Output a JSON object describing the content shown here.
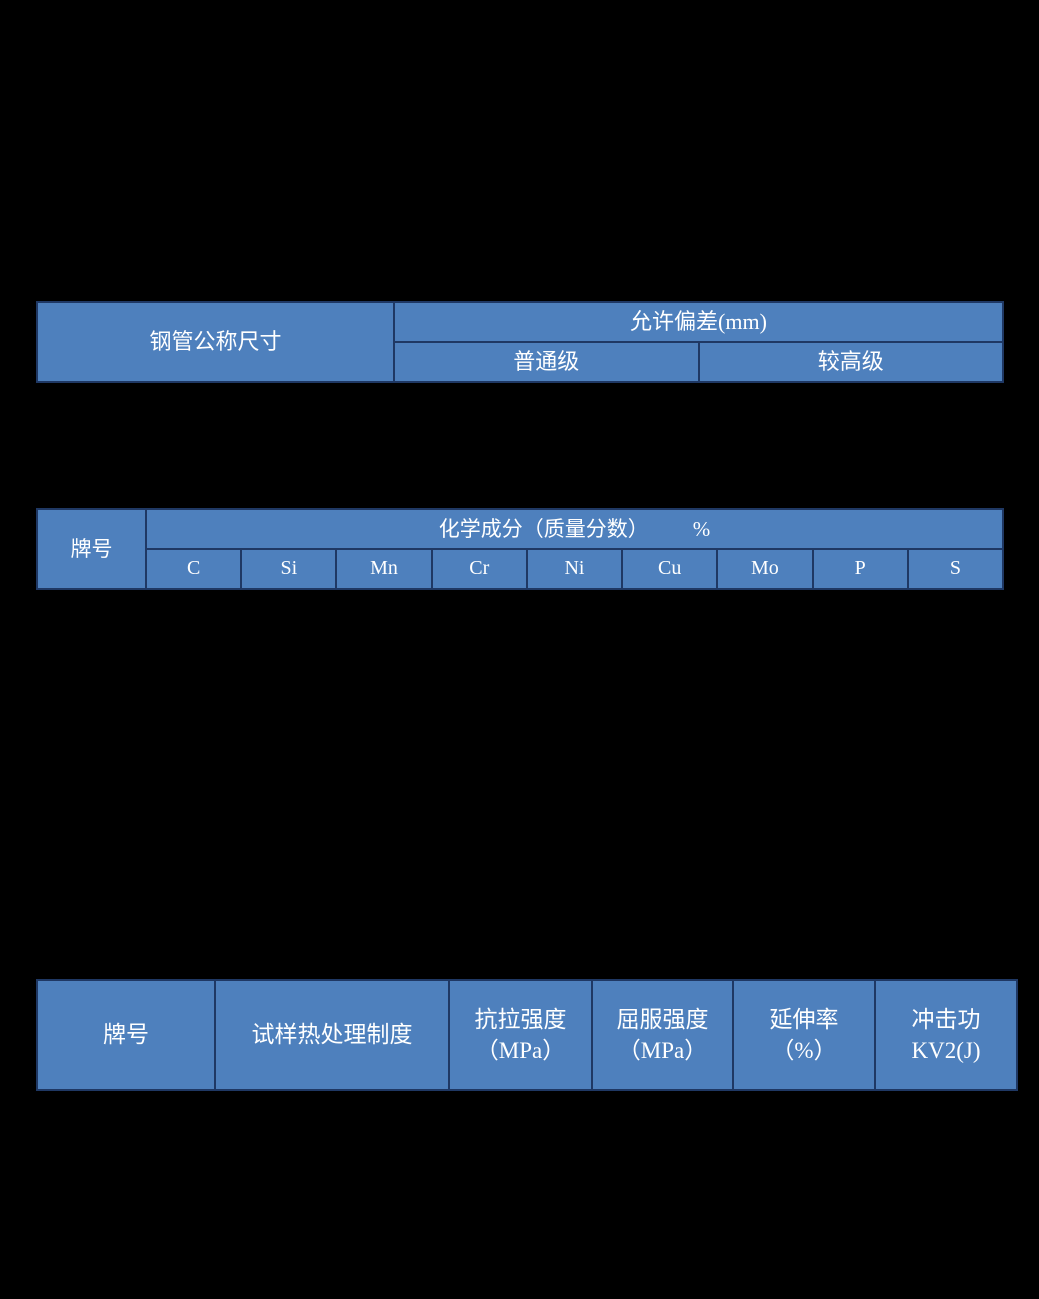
{
  "page": {
    "background_color": "#000000",
    "cell_color": "#4e80bd",
    "border_color": "#1f3864",
    "text_color": "#ffffff"
  },
  "table_dimension_tolerance": {
    "name_header": "钢管公称尺寸",
    "tolerance_header": "允许偏差(mm)",
    "grades": [
      "普通级",
      "较高级"
    ]
  },
  "table_chemical_composition": {
    "grade_header": "牌号",
    "composition_header": "化学成分（质量分数）",
    "composition_unit": "%",
    "elements": [
      "C",
      "Si",
      "Mn",
      "Cr",
      "Ni",
      "Cu",
      "Mo",
      "P",
      "S"
    ]
  },
  "table_mechanical_properties": {
    "columns": [
      {
        "label": "牌号",
        "unit": ""
      },
      {
        "label": "试样热处理制度",
        "unit": ""
      },
      {
        "label": "抗拉强度",
        "unit": "（MPa）"
      },
      {
        "label": "屈服强度",
        "unit": "（MPa）"
      },
      {
        "label": "延伸率",
        "unit": "（%）"
      },
      {
        "label": "冲击功",
        "unit": "KV2(J)"
      }
    ]
  }
}
